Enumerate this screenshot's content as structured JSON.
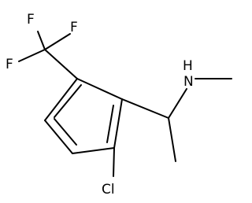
{
  "molecule": {
    "atoms": {
      "f_top": "F",
      "f_right": "F",
      "f_left": "F",
      "nh": "H",
      "n": "N",
      "cl": "Cl"
    }
  }
}
